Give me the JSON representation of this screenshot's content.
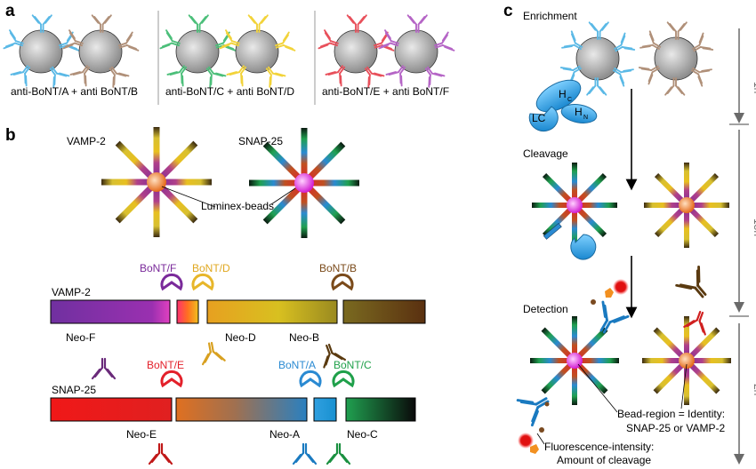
{
  "panel_a": {
    "letter": "a",
    "groups": [
      {
        "caption": "anti-BoNT/A + anti BoNT/B",
        "colors": [
          "#5bb9e6",
          "#b09079"
        ]
      },
      {
        "caption": "anti-BoNT/C + anti BoNT/D",
        "colors": [
          "#4cbf7a",
          "#f2d33a"
        ]
      },
      {
        "caption": "anti-BoNT/E + anti BoNT/F",
        "colors": [
          "#e8505b",
          "#b565c6"
        ]
      }
    ]
  },
  "panel_b": {
    "letter": "b",
    "bead_labels": [
      "VAMP-2",
      "SNAP-25"
    ],
    "bead_callout": "Luminex-beads",
    "vamp": {
      "label": "VAMP-2",
      "toxins": [
        {
          "name": "BoNT/F",
          "color": "#7a2a9a"
        },
        {
          "name": "BoNT/D",
          "color": "#e7b62a"
        },
        {
          "name": "BoNT/B",
          "color": "#7a4a1a"
        }
      ],
      "antibodies": [
        "Neo-F",
        "Neo-D",
        "Neo-B"
      ]
    },
    "snap": {
      "label": "SNAP-25",
      "toxins": [
        {
          "name": "BoNT/E",
          "color": "#e3202a"
        },
        {
          "name": "BoNT/A",
          "color": "#2a8ad2"
        },
        {
          "name": "BoNT/C",
          "color": "#1fa04a"
        }
      ],
      "antibodies": [
        "Neo-E",
        "Neo-A",
        "Neo-C"
      ]
    }
  },
  "panel_c": {
    "letter": "c",
    "steps": [
      "Enrichment",
      "Cleavage",
      "Detection"
    ],
    "times": [
      "1h",
      "18h",
      "2h"
    ],
    "toxin_domains": [
      "H",
      "C",
      "H",
      "N",
      "LC"
    ],
    "callout_bead_region": [
      "Bead-region = Identity:",
      "SNAP-25 or VAMP-2"
    ],
    "callout_fluorescence": [
      "Fluorescence-intensity:",
      "Amount of cleavage"
    ]
  }
}
